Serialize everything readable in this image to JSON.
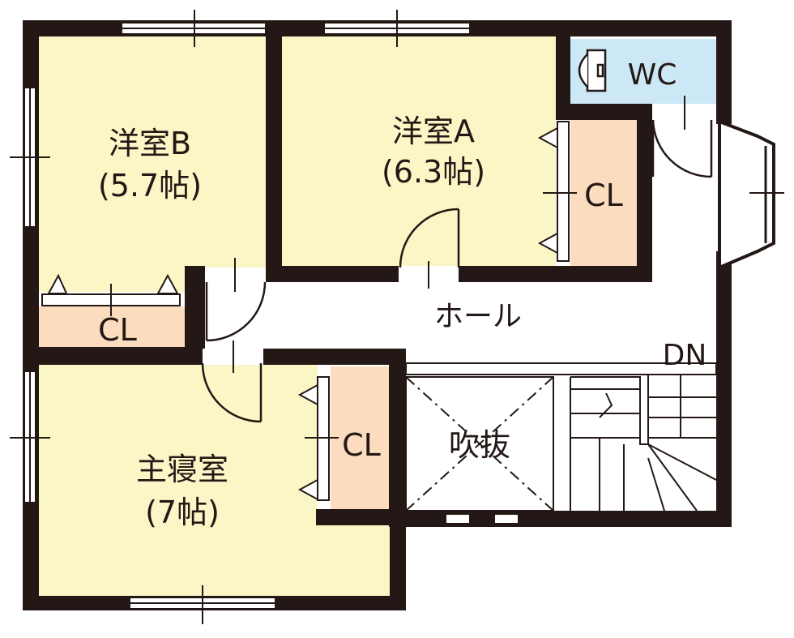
{
  "rooms": {
    "room_b": {
      "name": "洋室B",
      "size": "(5.7帖)"
    },
    "room_a": {
      "name": "洋室A",
      "size": "(6.3帖)"
    },
    "master": {
      "name": "主寝室",
      "size": "(7帖)"
    }
  },
  "labels": {
    "wc": "WC",
    "hall": "ホール",
    "void": "吹抜",
    "down": "DN",
    "closet": "CL"
  },
  "colors": {
    "room_fill": "#faf6c6",
    "closet_fill": "#fbdcbe",
    "wc_fill": "#cce8f6",
    "wall": "#231815",
    "background": "#ffffff"
  }
}
